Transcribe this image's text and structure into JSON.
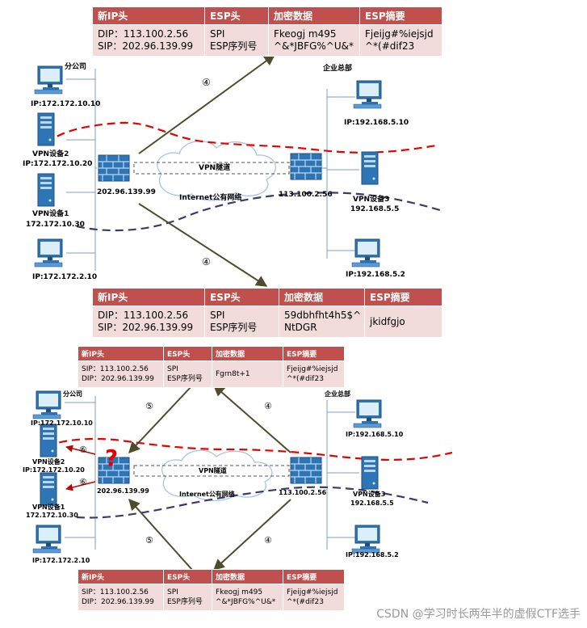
{
  "top_table": {
    "headers": [
      "新IP头",
      "ESP头",
      "加密数据",
      "ESP摘要"
    ],
    "cells": [
      "DIP：113.100.2.56\nSIP：202.96.139.99",
      "SPI\nESP序列号",
      "Fkeogj m495\n^&*JBFG%^U&*",
      "Fjeijg#%iejsjd\n^*(#dif23"
    ]
  },
  "mid_table": {
    "headers": [
      "新IP头",
      "ESP头",
      "加密数据",
      "ESP摘要"
    ],
    "cells": [
      "DIP：113.100.2.56\nSIP：202.96.139.99",
      "SPI\nESP序列号",
      "59dbhfht4h5$^\nNtDGR",
      "jkidfgjo"
    ]
  },
  "lower_top_table": {
    "headers": [
      "新IP头",
      "ESP头",
      "加密数据",
      "ESP摘要"
    ],
    "cells": [
      "SIP：113.100.2.56\nDIP：202.96.139.99",
      "SPI\nESP序列号",
      "Fgrn8t+1",
      "Fjeijg#%iejsjd\n^*(#dif23"
    ]
  },
  "bottom_table": {
    "headers": [
      "新IP头",
      "ESP头",
      "加密数据",
      "ESP摘要"
    ],
    "cells": [
      "SIP：113.100.2.56\nDIP：202.96.139.99",
      "SPI\nESP序列号",
      "Fkeogj m495\n^&*JBFG%^U&*",
      "Fjeijg#%iejsjd\n^*(#dif23"
    ]
  },
  "upper": {
    "branch_label": "分公司",
    "hq_label": "企业总部",
    "pc1_ip": "IP:172.172.10.10",
    "vpn2_name": "VPN设备2",
    "vpn2_ip": "IP:172.172.10.20",
    "vpn1_name": "VPN设备1",
    "vpn1_ip": "172.172.10.30",
    "pc2_ip": "IP:172.172.2.10",
    "fw_left_ip": "202.96.139.99",
    "tunnel_label": "VPN隧道",
    "internet_label": "Internet公有网络",
    "fw_right_ip": "113.100.2.56",
    "pc3_ip": "IP:192.168.5.10",
    "vpn3_name": "VPN设备3",
    "vpn3_ip": "192.168.5.5",
    "pc4_ip": "IP:192.168.5.2",
    "step4": "④"
  },
  "lower": {
    "branch_label": "分公司",
    "hq_label": "企业总部",
    "pc1_ip": "IP:172.172.10.10",
    "vpn2_name": "VPN设备2",
    "vpn2_ip": "IP:172.172.10.20",
    "vpn1_name": "VPN设备1",
    "vpn1_ip": "172.172.10.30",
    "pc2_ip": "IP:172.172.2.10",
    "fw_left_ip": "202.96.139.99",
    "tunnel_label": "VPN隧道",
    "internet_label": "Internet公有网络",
    "fw_right_ip": "113.100.2.56",
    "pc3_ip": "IP:192.168.5.10",
    "vpn3_name": "VPN设备3",
    "vpn3_ip": "192.168.5.5",
    "pc4_ip": "IP:192.168.5.2",
    "step4": "④",
    "step5": "⑤",
    "step6": "⑥",
    "question_mark": "?"
  },
  "watermark": "CSDN @学习时长两年半的虚假CTF选手",
  "colors": {
    "header_red": "#c0504d",
    "cell_pink": "#f2dcdb",
    "tunnel_red": "#e60000",
    "tunnel_navy": "#3a3a6e",
    "arrow": "#4d4d2e",
    "firewall_blue": "#2e75b6"
  }
}
